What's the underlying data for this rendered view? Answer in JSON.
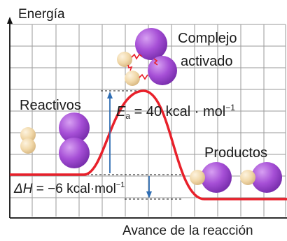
{
  "labels": {
    "y_axis": "Energía",
    "x_axis": "Avance de la reacción",
    "complex_line1": "Complejo",
    "complex_line2": "activado",
    "reactants": "Reactivos",
    "products": "Productos"
  },
  "activation_energy": {
    "symbol": "E",
    "subscript": "a",
    "value_text": " = 40 kcal · mol",
    "superscript": "−1"
  },
  "enthalpy_change": {
    "symbol": "ΔH",
    "value_text": " = −6 kcal·mol",
    "superscript": "−1"
  },
  "colors": {
    "curve": "#e8202a",
    "arrows": "#2f6db3",
    "grid": "#9a9a9a",
    "iodine_atom": "#a64fd6",
    "hydrogen_atom": "#f3ddb2",
    "bond_zigzag": "#e8202a"
  }
}
